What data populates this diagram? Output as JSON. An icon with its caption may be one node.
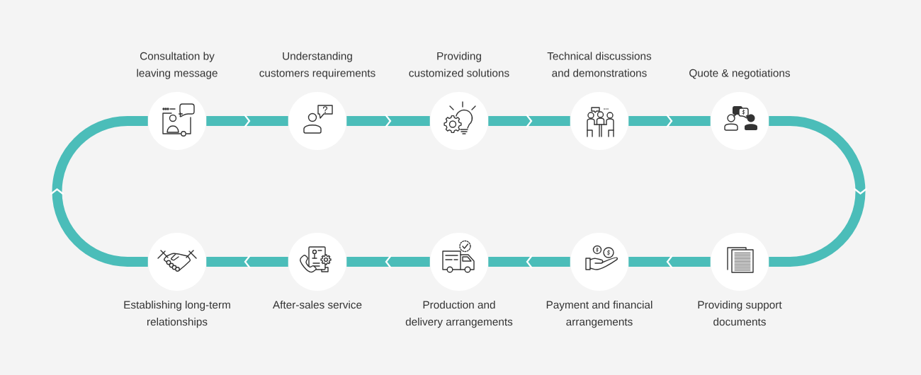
{
  "diagram": {
    "nodes": [
      {
        "text": [
          "Consultation by leaving message"
        ]
      },
      {
        "text": [
          "Understanding customers requirements"
        ]
      },
      {
        "text": [
          "Providing customized solutions"
        ]
      },
      {
        "text": [
          "Technical discussions and demonstrations"
        ]
      },
      {
        "text": [
          "Quote & negotiations"
        ]
      },
      {
        "text": [
          "Establishing long-term relationships"
        ]
      },
      {
        "text": [
          "After-sales service"
        ]
      },
      {
        "text": [
          "Production and delivery arrangements"
        ]
      },
      {
        "text": [
          "Payment and financial arrangements"
        ]
      },
      {
        "text": [
          "Providing support documents"
        ]
      }
    ],
    "edges": [
      {
        "from": 0,
        "to": 1,
        "arrow": "to"
      },
      {
        "from": 1,
        "to": 2,
        "arrow": "to"
      },
      {
        "from": 2,
        "to": 3,
        "arrow": "to"
      },
      {
        "from": 3,
        "to": 4,
        "arrow": "to"
      },
      {
        "from": 4,
        "to": 9,
        "arrow": "to"
      },
      {
        "from": 9,
        "to": 8,
        "arrow": "to"
      },
      {
        "from": 8,
        "to": 7,
        "arrow": "to"
      },
      {
        "from": 7,
        "to": 6,
        "arrow": "to"
      },
      {
        "from": 6,
        "to": 5,
        "arrow": "to"
      },
      {
        "from": 5,
        "to": 0,
        "arrow": "to"
      }
    ]
  }
}
